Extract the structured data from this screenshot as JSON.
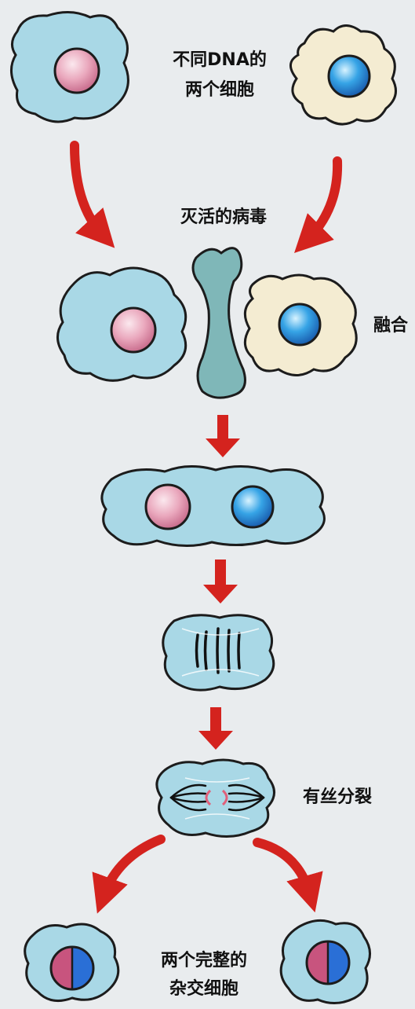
{
  "labels": {
    "top_line1": "不同DNA的",
    "top_line2": "两个细胞",
    "virus": "灭活的病毒",
    "fuse": "融合",
    "mitosis": "有丝分裂",
    "bottom_line1": "两个完整的",
    "bottom_line2": "杂交细胞"
  },
  "colors": {
    "background": "#e9ecee",
    "cell_blue": "#a9d8e6",
    "cell_cream": "#f4ecd2",
    "nucleus_pink": "#e9a9bd",
    "nucleus_blue": "#2f8fd8",
    "virus": "#7fb7b8",
    "arrow_red": "#d4231e"
  }
}
